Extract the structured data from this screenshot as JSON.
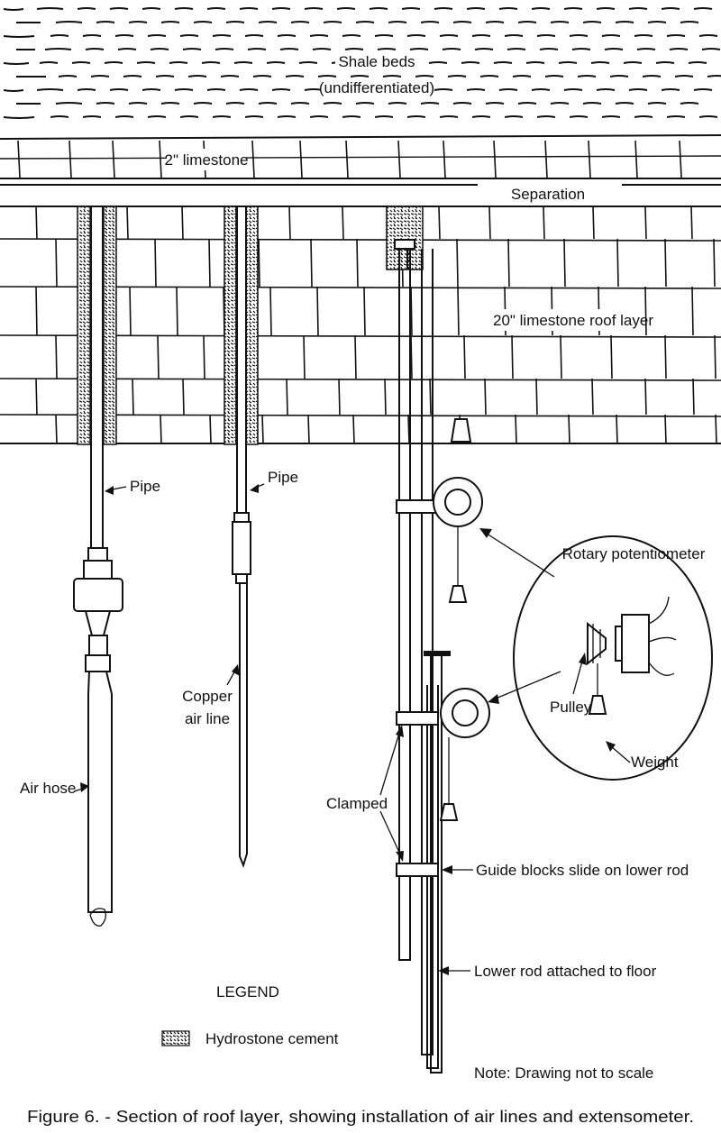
{
  "labels": {
    "shale_line1": "Shale beds",
    "shale_line2": "(undifferentiated)",
    "limestone_2in": "2\" limestone",
    "separation": "Separation",
    "limestone_20in": "20\" limestone roof layer",
    "pipe_left": "Pipe",
    "pipe_middle": "Pipe",
    "copper_line1": "Copper",
    "copper_line2": "air line",
    "air_hose": "Air hose",
    "rotary_potentiometer": "Rotary potentiometer",
    "pulley": "Pulley",
    "weight": "Weight",
    "clamped": "Clamped",
    "guide_blocks": "Guide blocks slide on lower rod",
    "lower_rod": "Lower rod attached to floor"
  },
  "legend": {
    "title": "LEGEND",
    "hydrostone": "Hydrostone cement"
  },
  "note": "Note: Drawing not to scale",
  "caption": "Figure 6. - Section of roof layer, showing installation of air lines and extensometer."
}
